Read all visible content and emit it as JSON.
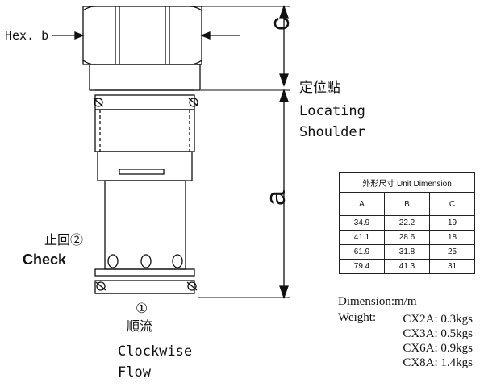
{
  "labels": {
    "hex": "Hex. b",
    "dim_c": "c",
    "dim_a": "a",
    "locating_cn": "定位點",
    "locating_en_1": "Locating",
    "locating_en_2": "Shoulder",
    "check_cn": "止回②",
    "check_en": "Check",
    "flow_num": "①",
    "flow_cn": "順流",
    "flow_en_1": "Clockwise",
    "flow_en_2": "Flow"
  },
  "table": {
    "caption": "外形尺寸 Unit Dimension",
    "headers": [
      "A",
      "B",
      "C"
    ],
    "rows": [
      [
        "34.9",
        "22.2",
        "19"
      ],
      [
        "41.1",
        "28.6",
        "18"
      ],
      [
        "61.9",
        "31.8",
        "25"
      ],
      [
        "79.4",
        "41.3",
        "31"
      ]
    ]
  },
  "notes": {
    "dimension": "Dimension:m/m",
    "weight_label": "Weight:",
    "weights": [
      {
        "model": "CX2A:",
        "value": "0.3kgs"
      },
      {
        "model": "CX3A:",
        "value": "0.5kgs"
      },
      {
        "model": "CX6A:",
        "value": "0.9kgs"
      },
      {
        "model": "CX8A:",
        "value": "1.4kgs"
      }
    ]
  }
}
